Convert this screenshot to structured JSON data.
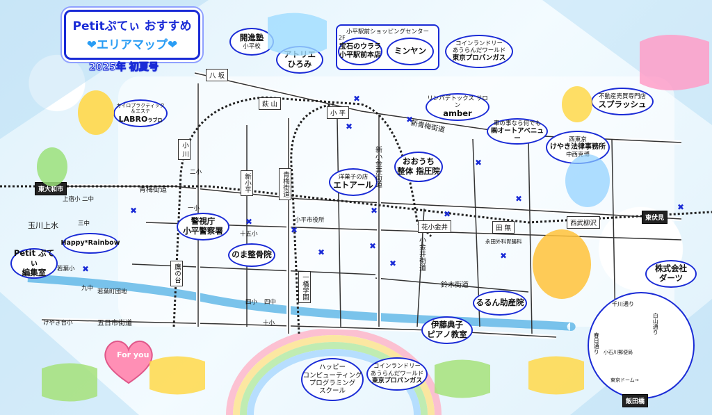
{
  "title": {
    "main": "Petitぷてぃ おすすめ",
    "sub": "❤エリアマップ❤",
    "issue": "2025年 初夏号"
  },
  "shopping_center": {
    "title": "小平駅前ショッピングセンター",
    "floor": "2F"
  },
  "shops": {
    "kaishinjuku": {
      "name": "開進塾",
      "sub": "小平校"
    },
    "atorie": {
      "name": "アトリエ",
      "sub": "ひろみ"
    },
    "houseki": {
      "name": "宝石のウララ",
      "sub": "小平駅前本店"
    },
    "minyan": {
      "name": "ミンヤン"
    },
    "coin1": {
      "l1": "コインランドリー",
      "l2": "あうらんだワールド",
      "l3": "東京プロパンガス"
    },
    "labro": {
      "l1": "カイロプラクティック",
      "l2": "＆エステ",
      "l3": "LABRO",
      "l4": "ラブロ"
    },
    "lymph": {
      "l1": "リンパデトックス サロン",
      "l2": "amber"
    },
    "autoavenue": {
      "l1": "車の事なら何でも",
      "l2": "㈱オートアベニュー"
    },
    "fudosan": {
      "l1": "不動産売買専門店",
      "l2": "スプラッシュ"
    },
    "keyaki": {
      "l1": "西東京",
      "l2": "けやき法律事務所",
      "l3": "中西克博"
    },
    "ouchi": {
      "l1": "おおうち",
      "l2": "整体 指圧院"
    },
    "etoile": {
      "l1": "洋菓子の店",
      "l2": "エトアール"
    },
    "police": {
      "l1": "警視庁",
      "l2": "小平警察署"
    },
    "noma": {
      "name": "のま整骨院"
    },
    "happy": {
      "name": "Happy*Rainbow"
    },
    "petit": {
      "l1": "Petit ぷてぃ",
      "l2": "編集室"
    },
    "rurun": {
      "name": "るるん助産院"
    },
    "ito": {
      "l1": "伊藤典子",
      "l2": "ピアノ教室"
    },
    "darts": {
      "l1": "株式会社",
      "l2": "ダーツ"
    },
    "happycomp": {
      "l1": "ハッピー",
      "l2": "コンピューティング",
      "l3": "プログラミング",
      "l4": "スクール"
    },
    "coin2": {
      "l1": "コインランドリー",
      "l2": "あうらんだワールド",
      "l3": "東京プロパンガス"
    }
  },
  "roads": {
    "hachisaka": "八 坂",
    "hagiyama": "萩 山",
    "kodaira": "小 平",
    "ogawa": "小 川",
    "shinkodaira": "新小平",
    "omeKaidoV": "青梅街道",
    "shinkoganeiKaido": "新小金井街道",
    "omeKaidoH": "青梅街道",
    "shinOmeKaido": "新青梅街道",
    "hanaKoganei": "花小金井",
    "tanashi": "田 無",
    "seibuYagisawa": "西武柳沢",
    "higashiYamatoshi": "東大和市",
    "higashifushimi": "東伏見",
    "takanodai": "鷹の台",
    "ittsubashi": "一橋学園",
    "koganeiKaido": "小金井街道",
    "suzukiKaido": "鈴木街道",
    "itsukaichiKaido": "五日市街道",
    "tamagawaJosui": "玉川上水"
  },
  "places": {
    "uejuku": "上宿小",
    "sanchu": "三中",
    "niishi": "二小",
    "ichisho": "一小",
    "jugosho": "十五小",
    "kodairaShiyakusho": "小平市役所",
    "sanshoS": "九中",
    "wakabaDanchi": "若葉町団地",
    "wakabaSho": "若葉小",
    "keyakiSho": "けやき台小",
    "yonsho": "四小",
    "yonchu": "四中",
    "jusho": "十小",
    "nagataGeka": "永田外科胃腸科",
    "nishoNi": "二中"
  },
  "inset": {
    "senkawa": "千川通り",
    "shiyama": "白山通り",
    "kasugaDori": "春日通り",
    "koishikawa": "小石川郵便局",
    "tokyoDome": "東京ドーム→",
    "iidabashi": "飯田橋"
  },
  "foryou": "For you",
  "colors": {
    "accent": "#1a2bd6",
    "sky": "#2a9df4",
    "road": "#ffffff",
    "river": "#5ab4e6"
  }
}
